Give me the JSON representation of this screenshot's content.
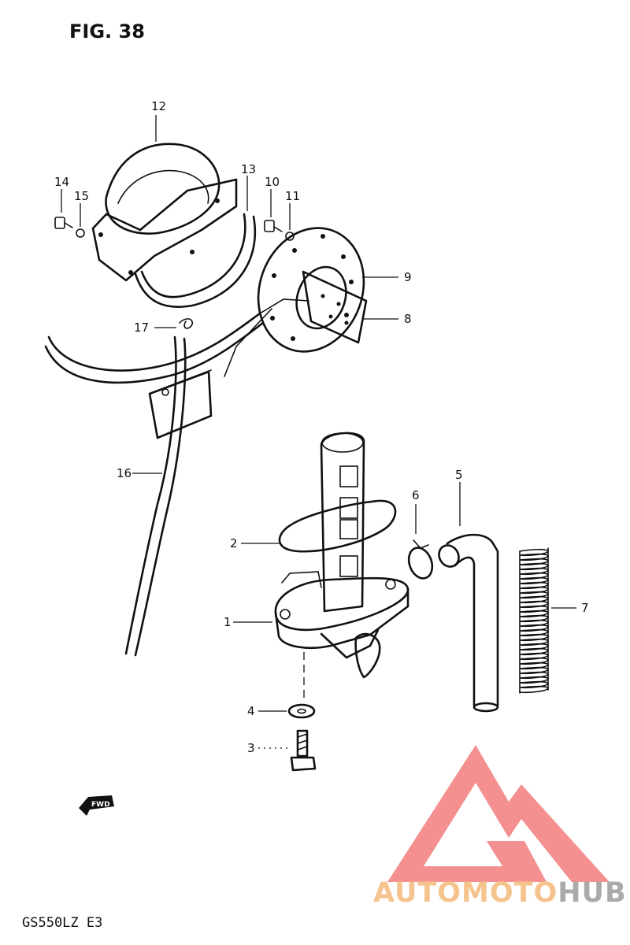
{
  "figure": {
    "title": "FIG. 38",
    "model_code": "GS550LZ E3"
  },
  "callouts": {
    "p1": "1",
    "p2": "2",
    "p3": "3",
    "p4": "4",
    "p5": "5",
    "p6": "6",
    "p7": "7",
    "p8": "8",
    "p9": "9",
    "p10": "10",
    "p11": "11",
    "p12": "12",
    "p13": "13",
    "p14": "14",
    "p15": "15",
    "p16": "16",
    "p17": "17"
  },
  "fwd_marker": "FWD",
  "watermark": {
    "part1": "AUTOMOTO",
    "part2": "HUB",
    "triangle_color": "#f27c7c",
    "text_color_1": "#f5c38d",
    "text_color_2": "#aaaaaa"
  }
}
